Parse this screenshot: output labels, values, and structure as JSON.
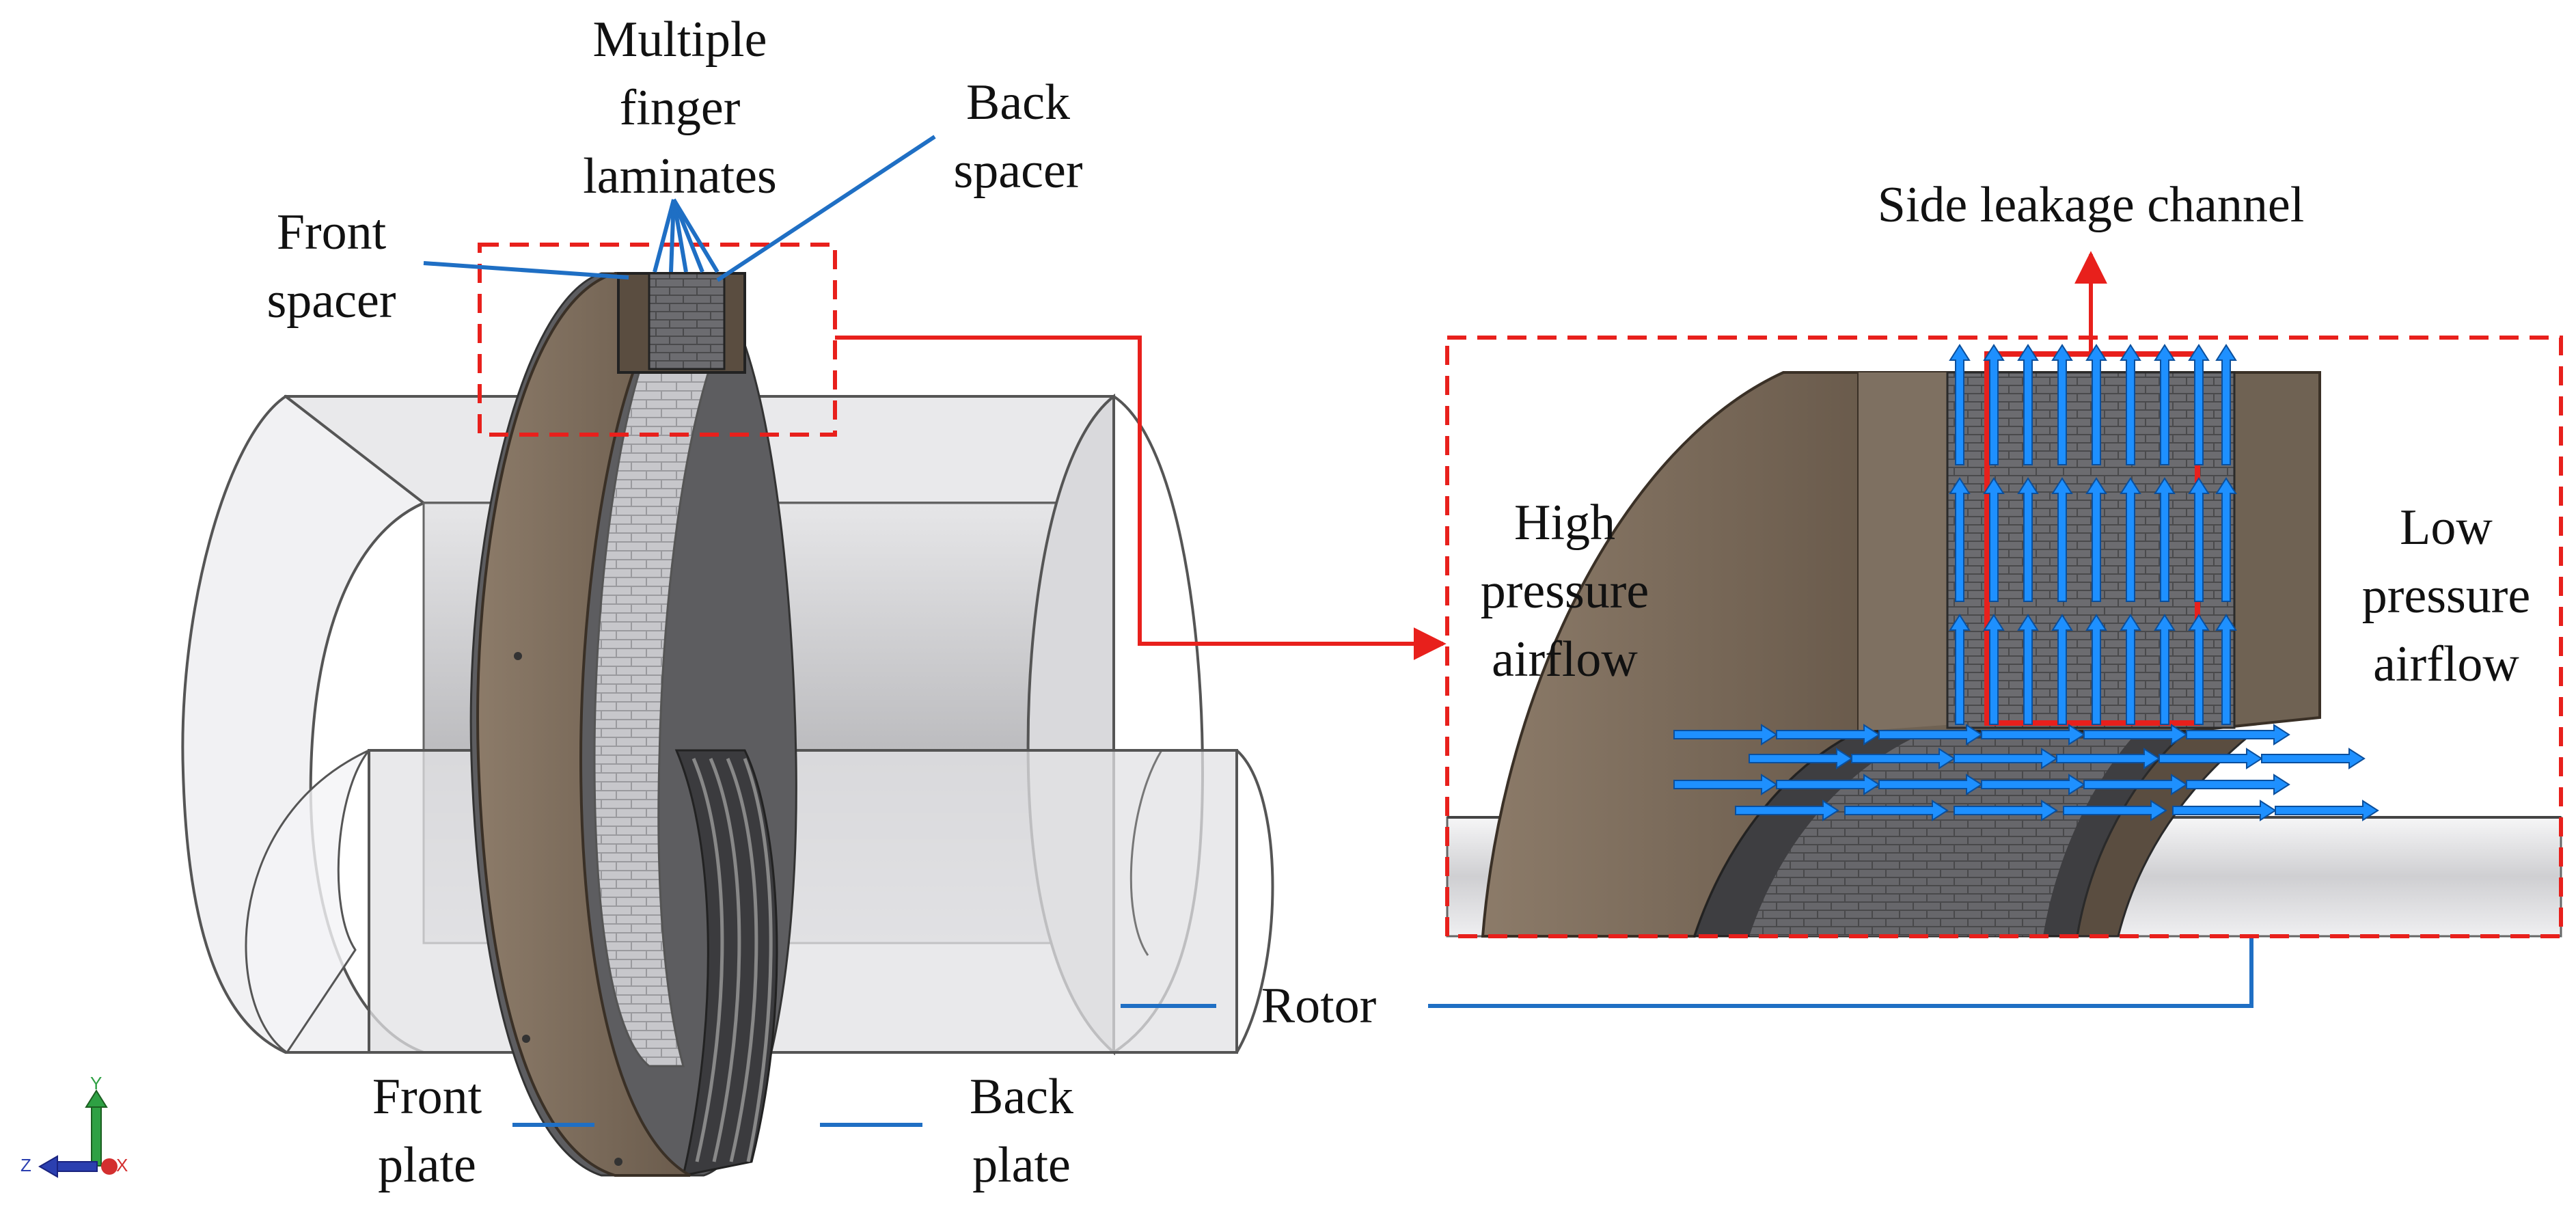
{
  "labels": {
    "multiple_finger_laminates": [
      "Multiple",
      "finger",
      "laminates"
    ],
    "back_spacer": [
      "Back",
      "spacer"
    ],
    "front_spacer": [
      "Front",
      "spacer"
    ],
    "front_plate": [
      "Front",
      "plate"
    ],
    "back_plate": [
      "Back",
      "plate"
    ],
    "rotor": "Rotor",
    "side_leakage_channel": "Side leakage channel",
    "high_pressure_airflow": [
      "High",
      "pressure",
      "airflow"
    ],
    "low_pressure_airflow": [
      "Low",
      "pressure",
      "airflow"
    ],
    "axis_y": "Y",
    "axis_z": "Z",
    "axis_x": "X"
  },
  "colors": {
    "leader_line": "#1f6fc4",
    "highlight_box": "#e8201c",
    "airflow_arrow": "#1e90ff",
    "plate_brown": "#7a6a5a",
    "laminate_dark": "#3a3a3a",
    "rotor_gray": "#d2d2d4"
  }
}
